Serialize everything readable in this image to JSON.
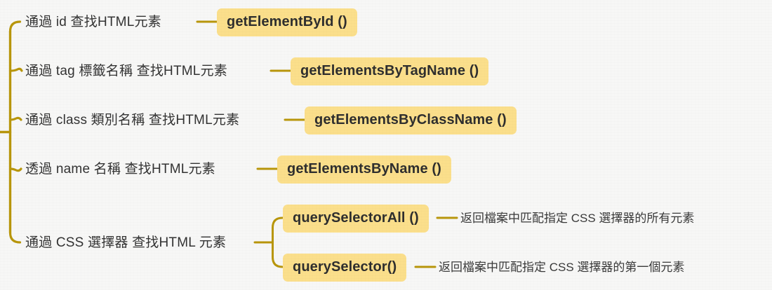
{
  "diagram": {
    "type": "mindmap",
    "title_language": "zh-Hant",
    "colors": {
      "background": "#f7f7f6",
      "connector": "#b8960b",
      "chip_fill": "#fbdf8b",
      "chip_text": "#2e2e2e",
      "label_text": "#333333"
    },
    "branches": [
      {
        "id": "by-id",
        "label": "通過 id 查找HTML元素",
        "method": "getElementById ()",
        "description": ""
      },
      {
        "id": "by-tag-name",
        "label": "通過 tag 標籤名稱 查找HTML元素",
        "method": "getElementsByTagName ()",
        "description": ""
      },
      {
        "id": "by-class-name",
        "label": "通過 class 類別名稱 查找HTML元素",
        "method": "getElementsByClassName ()",
        "description": ""
      },
      {
        "id": "by-name",
        "label": "透過 name 名稱 查找HTML元素",
        "method": "getElementsByName ()",
        "description": ""
      },
      {
        "id": "by-css-selector",
        "label": "通過 CSS 選擇器 查找HTML 元素",
        "method": "",
        "description": "",
        "children": [
          {
            "id": "query-selector-all",
            "method": "querySelectorAll ()",
            "description": "返回檔案中匹配指定 CSS 選擇器的所有元素"
          },
          {
            "id": "query-selector",
            "method": "querySelector()",
            "description": "返回檔案中匹配指定 CSS 選擇器的第一個元素"
          }
        ]
      }
    ]
  }
}
